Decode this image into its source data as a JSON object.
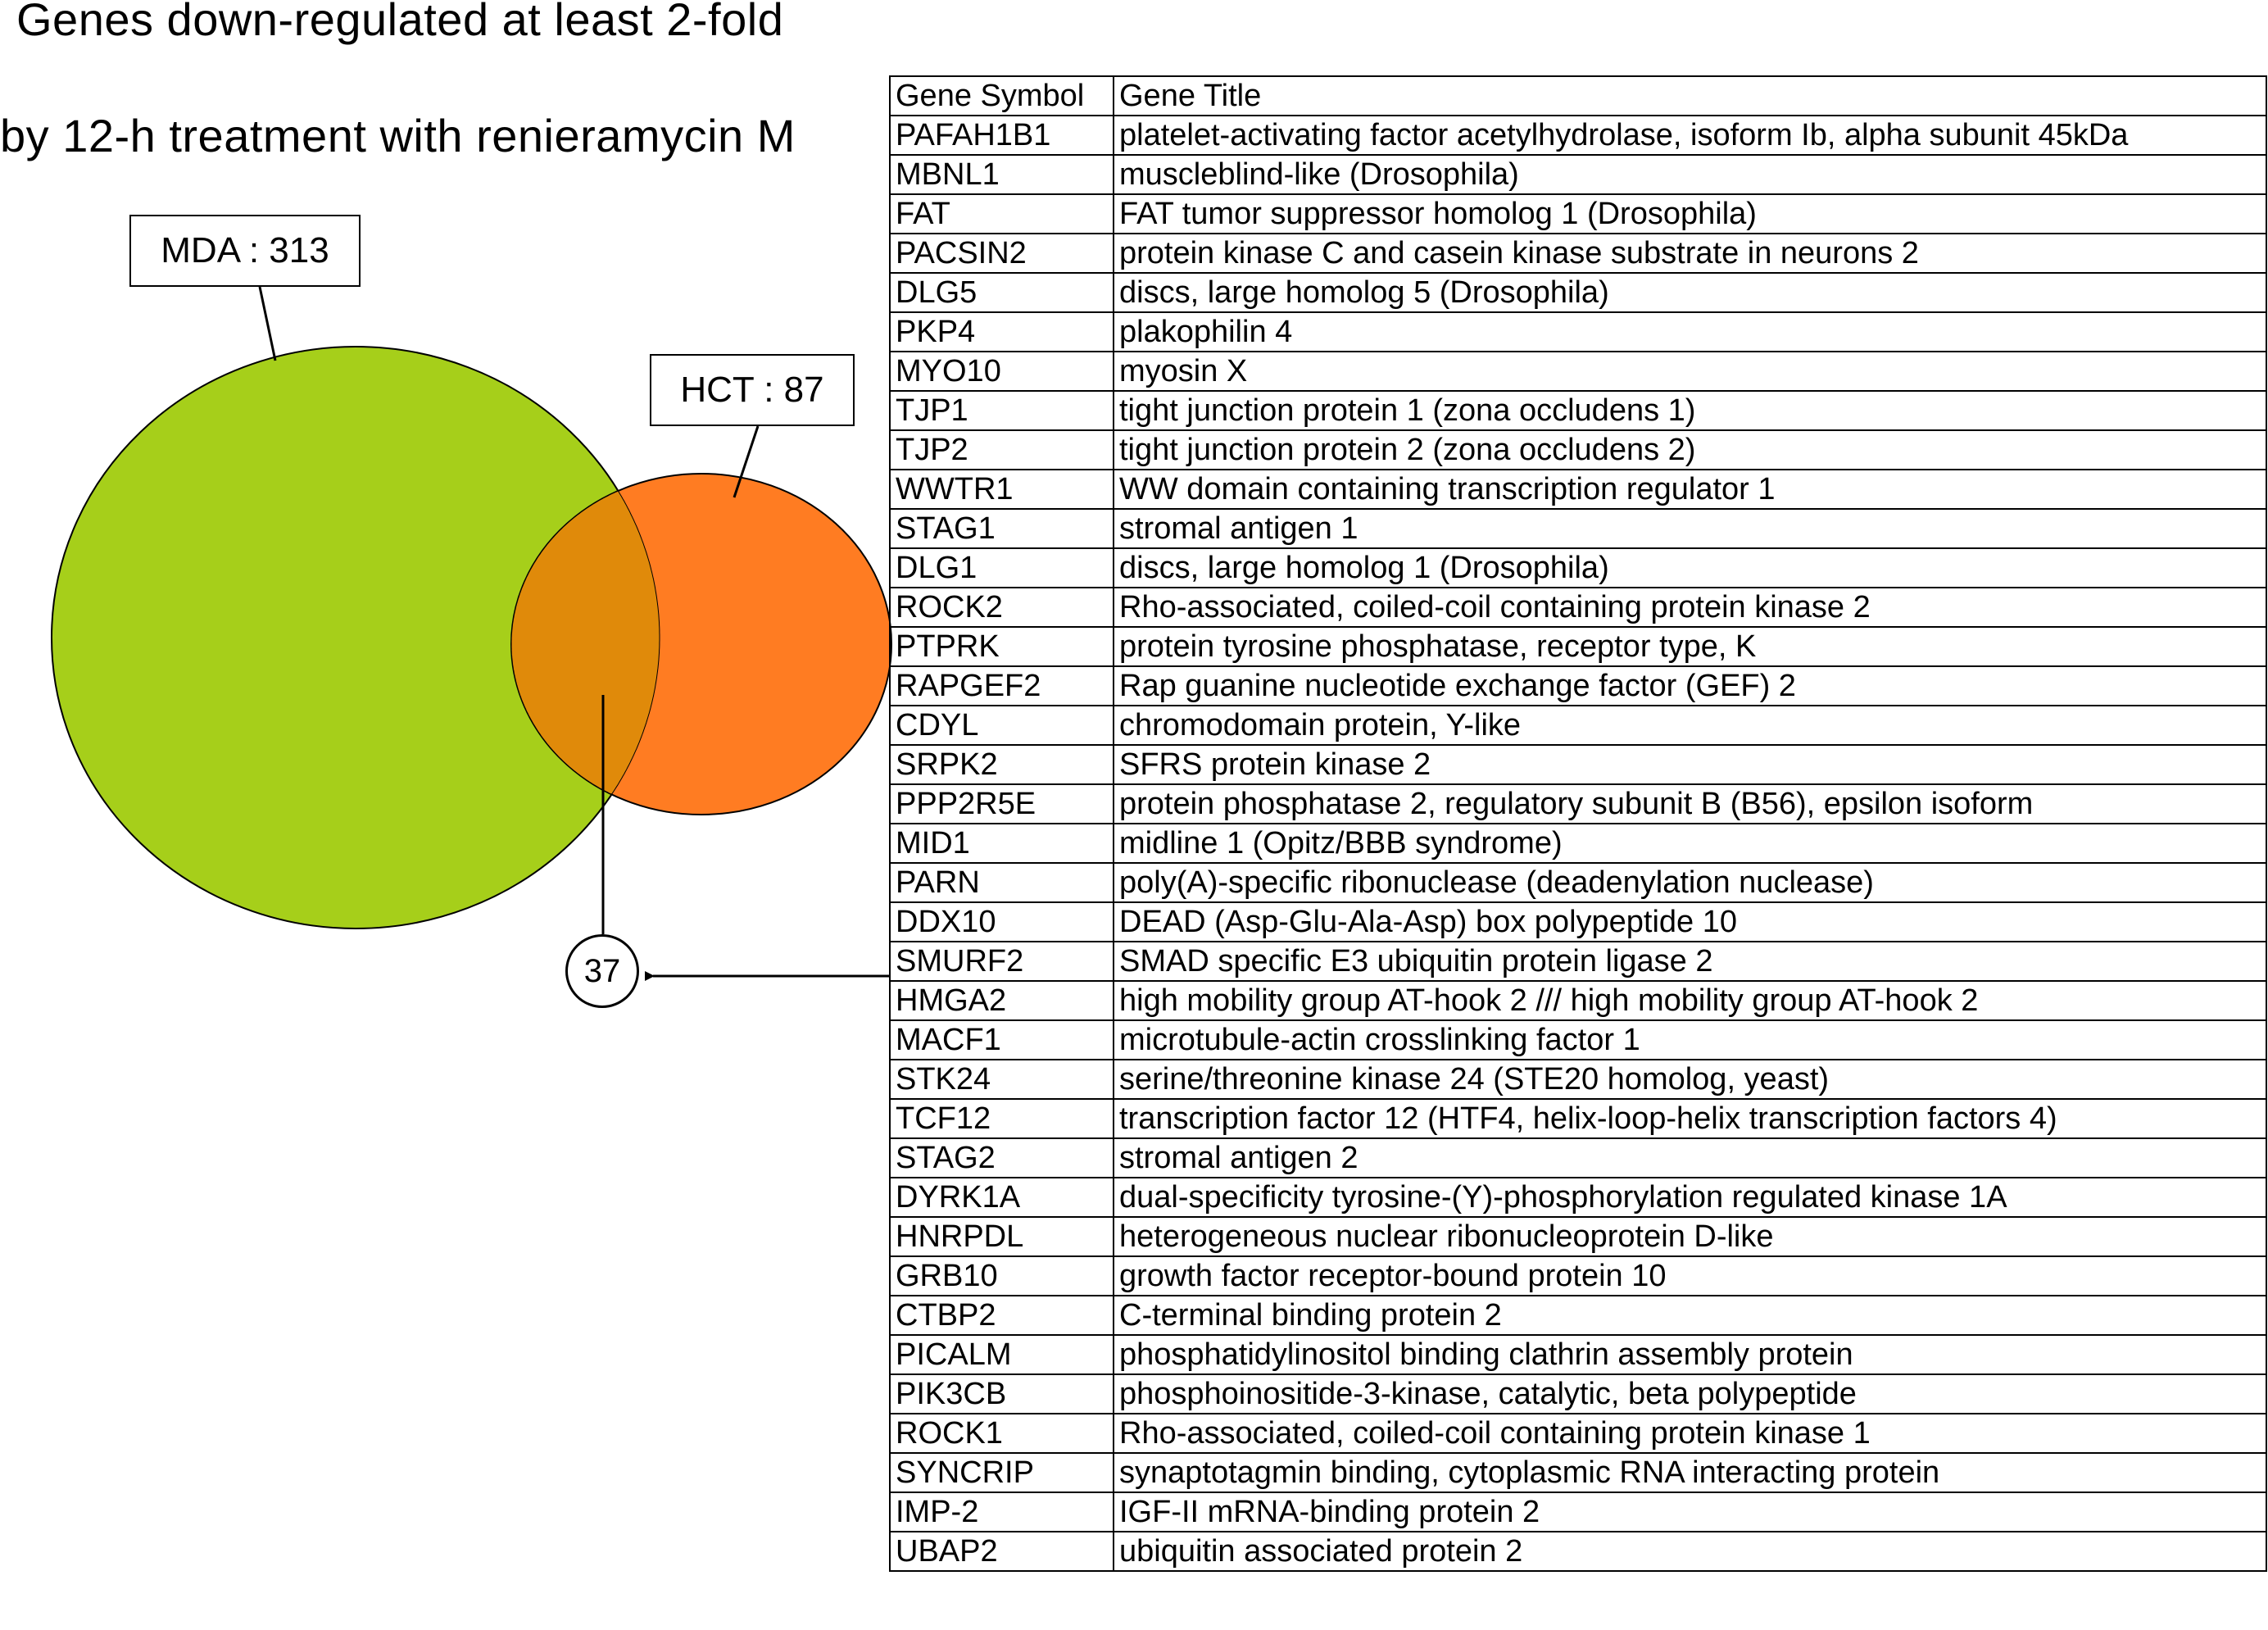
{
  "title_line_1": "Genes down-regulated at least 2-fold",
  "title_line_2": "by 12-h treatment with renieramycin M",
  "venn": {
    "sets": [
      {
        "label": "MDA : 313",
        "color": "#a6cf1a"
      },
      {
        "label": "HCT : 87",
        "color": "#ff7c22"
      }
    ],
    "overlap_color": "#e08a0a",
    "overlap_count": "37"
  },
  "table": {
    "headers": [
      "Gene Symbol",
      "Gene Title"
    ],
    "rows": [
      [
        "PAFAH1B1",
        "platelet-activating factor acetylhydrolase, isoform Ib, alpha subunit 45kDa"
      ],
      [
        "MBNL1",
        "muscleblind-like (Drosophila)"
      ],
      [
        "FAT",
        "FAT tumor suppressor homolog 1 (Drosophila)"
      ],
      [
        "PACSIN2",
        "protein kinase C and casein kinase substrate in neurons 2"
      ],
      [
        "DLG5",
        "discs, large homolog 5 (Drosophila)"
      ],
      [
        "PKP4",
        "plakophilin 4"
      ],
      [
        "MYO10",
        "myosin X"
      ],
      [
        "TJP1",
        "tight junction protein 1 (zona occludens 1)"
      ],
      [
        "TJP2",
        "tight junction protein 2 (zona occludens 2)"
      ],
      [
        "WWTR1",
        "WW domain containing transcription regulator 1"
      ],
      [
        "STAG1",
        "stromal antigen 1"
      ],
      [
        "DLG1",
        "discs, large homolog 1 (Drosophila)"
      ],
      [
        "ROCK2",
        "Rho-associated, coiled-coil containing protein kinase 2"
      ],
      [
        "PTPRK",
        "protein tyrosine phosphatase, receptor type, K"
      ],
      [
        "RAPGEF2",
        "Rap guanine nucleotide exchange factor (GEF) 2"
      ],
      [
        "CDYL",
        "chromodomain protein, Y-like"
      ],
      [
        "SRPK2",
        "SFRS protein kinase 2"
      ],
      [
        "PPP2R5E",
        "protein phosphatase 2, regulatory subunit B (B56), epsilon isoform"
      ],
      [
        "MID1",
        "midline 1 (Opitz/BBB syndrome)"
      ],
      [
        "PARN",
        "poly(A)-specific ribonuclease (deadenylation nuclease)"
      ],
      [
        "DDX10",
        "DEAD (Asp-Glu-Ala-Asp) box polypeptide 10"
      ],
      [
        "SMURF2",
        "SMAD specific E3 ubiquitin protein ligase 2"
      ],
      [
        "HMGA2",
        "high mobility group AT-hook 2 /// high mobility group AT-hook 2"
      ],
      [
        "MACF1",
        "microtubule-actin crosslinking factor 1"
      ],
      [
        "STK24",
        "serine/threonine kinase 24 (STE20 homolog, yeast)"
      ],
      [
        "TCF12",
        "transcription factor 12 (HTF4, helix-loop-helix transcription factors 4)"
      ],
      [
        "STAG2",
        "stromal antigen 2"
      ],
      [
        "DYRK1A",
        "dual-specificity tyrosine-(Y)-phosphorylation regulated kinase 1A"
      ],
      [
        "HNRPDL",
        "heterogeneous nuclear ribonucleoprotein D-like"
      ],
      [
        "GRB10",
        "growth factor receptor-bound protein 10"
      ],
      [
        "CTBP2",
        "C-terminal binding protein 2"
      ],
      [
        "PICALM",
        "phosphatidylinositol binding clathrin assembly protein"
      ],
      [
        "PIK3CB",
        "phosphoinositide-3-kinase, catalytic, beta polypeptide"
      ],
      [
        "ROCK1",
        "Rho-associated, coiled-coil containing protein kinase 1"
      ],
      [
        "SYNCRIP",
        "synaptotagmin binding, cytoplasmic RNA interacting protein"
      ],
      [
        "IMP-2",
        "IGF-II mRNA-binding protein 2"
      ],
      [
        "UBAP2",
        "ubiquitin associated protein 2"
      ]
    ]
  }
}
